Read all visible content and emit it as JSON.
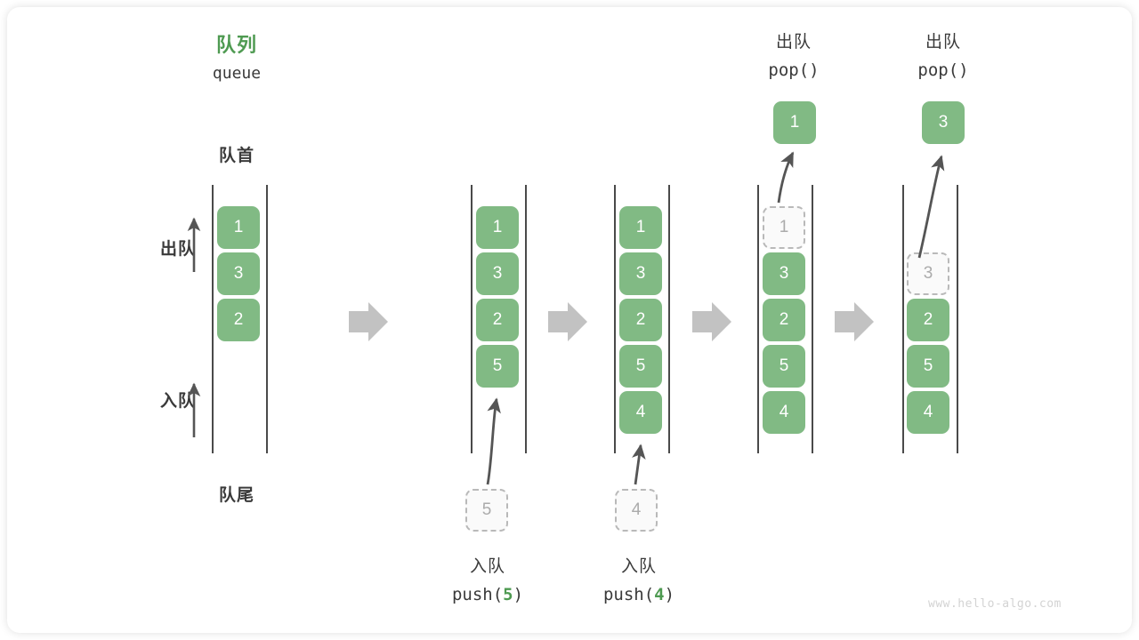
{
  "diagram": {
    "title_cn": "队列",
    "title_en": "queue",
    "front_label": "队首",
    "rear_label": "队尾",
    "dequeue_label": "出队",
    "enqueue_label": "入队",
    "watermark": "www.hello-algo.com",
    "accent_color": "#4E9A51",
    "cell_color": "#81BA84",
    "ghost_color": "#ABABAB",
    "arrow_color": "#C2C2C2"
  },
  "columns": [
    {
      "id": "state-initial",
      "cells": [
        {
          "value": "1",
          "state": "filled"
        },
        {
          "value": "3",
          "state": "filled"
        },
        {
          "value": "2",
          "state": "filled"
        }
      ]
    },
    {
      "id": "state-after-push-5",
      "cells": [
        {
          "value": "1",
          "state": "filled"
        },
        {
          "value": "3",
          "state": "filled"
        },
        {
          "value": "2",
          "state": "filled"
        },
        {
          "value": "5",
          "state": "filled"
        }
      ],
      "incoming": {
        "value": "5",
        "state": "ghost"
      },
      "caption_cn": "入队",
      "caption_fn_prefix": "push(",
      "caption_fn_arg": "5",
      "caption_fn_suffix": ")"
    },
    {
      "id": "state-after-push-4",
      "cells": [
        {
          "value": "1",
          "state": "filled"
        },
        {
          "value": "3",
          "state": "filled"
        },
        {
          "value": "2",
          "state": "filled"
        },
        {
          "value": "5",
          "state": "filled"
        },
        {
          "value": "4",
          "state": "filled"
        }
      ],
      "incoming": {
        "value": "4",
        "state": "ghost"
      },
      "caption_cn": "入队",
      "caption_fn_prefix": "push(",
      "caption_fn_arg": "4",
      "caption_fn_suffix": ")"
    },
    {
      "id": "state-after-pop-1",
      "cells": [
        {
          "value": "1",
          "state": "ghost"
        },
        {
          "value": "3",
          "state": "filled"
        },
        {
          "value": "2",
          "state": "filled"
        },
        {
          "value": "5",
          "state": "filled"
        },
        {
          "value": "4",
          "state": "filled"
        }
      ],
      "popped": {
        "value": "1",
        "state": "filled"
      },
      "header_cn": "出队",
      "header_fn": "pop()"
    },
    {
      "id": "state-after-pop-3",
      "cells": [
        {
          "value": "3",
          "state": "ghost"
        },
        {
          "value": "2",
          "state": "filled"
        },
        {
          "value": "5",
          "state": "filled"
        },
        {
          "value": "4",
          "state": "filled"
        }
      ],
      "popped": {
        "value": "3",
        "state": "filled"
      },
      "header_cn": "出队",
      "header_fn": "pop()"
    }
  ]
}
